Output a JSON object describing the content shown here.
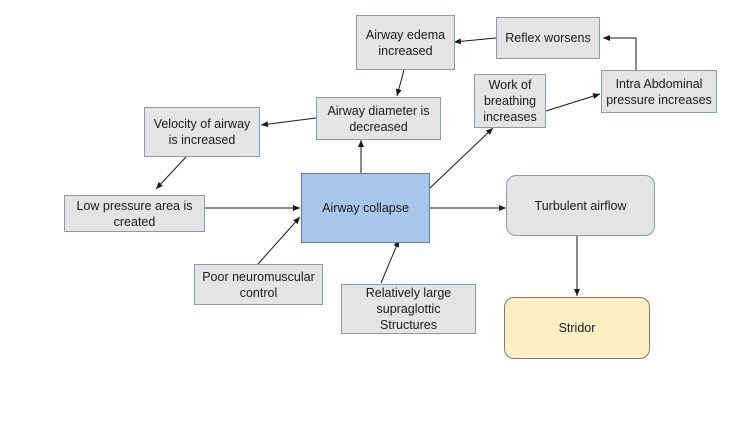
{
  "nodes": {
    "airway_edema": "Airway edema\nincreased",
    "reflex_worsens": "Reflex worsens",
    "work_of_breathing": "Work of\nbreathing\nincreases",
    "intra_abdominal": "Intra Abdominal\npressure increases",
    "airway_diameter": "Airway diameter is\ndecreased",
    "velocity_airway": "Velocity of airway\nis increased",
    "low_pressure": "Low pressure area is\ncreated",
    "airway_collapse": "Airway collapse",
    "turbulent_airflow": "Turbulent airflow",
    "poor_neuromuscular": "Poor neuromuscular\ncontrol",
    "supraglottic": "Relatively large\nsupraglottic\nStructures",
    "stridor": "Stridor"
  },
  "colors": {
    "box_fill": "#e4e4e4",
    "collapse_fill": "#a6c6ea",
    "stridor_fill": "#fdefc4",
    "arrow": "#1a1a1a"
  }
}
